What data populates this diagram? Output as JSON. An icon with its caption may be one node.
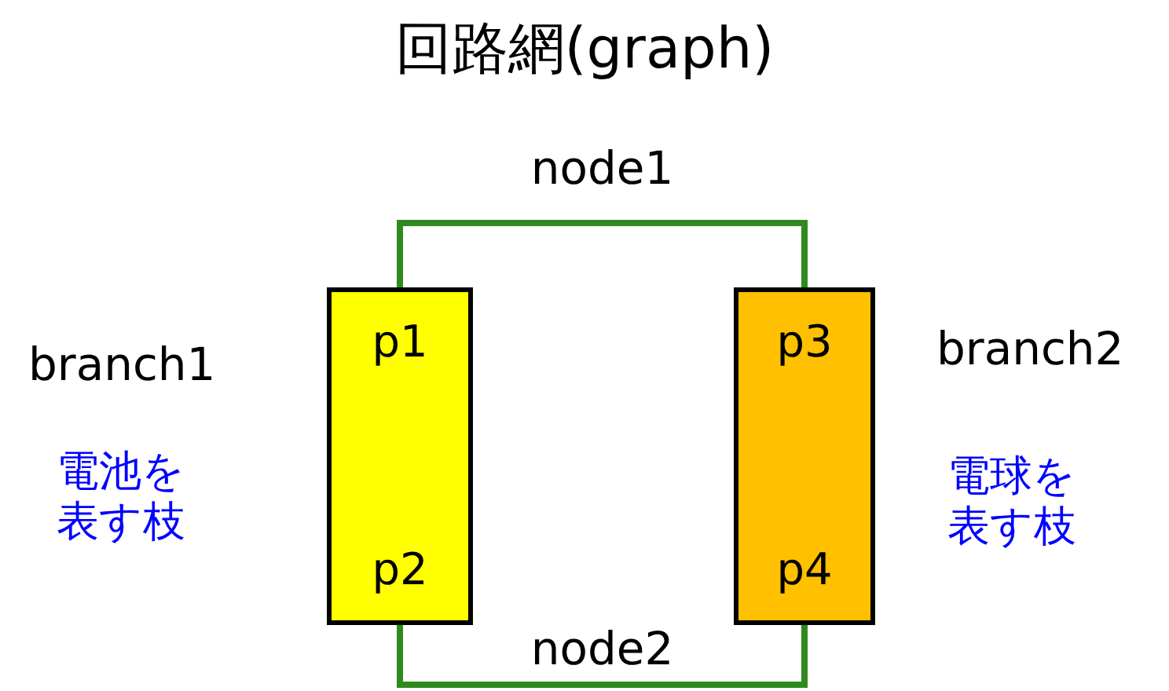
{
  "diagram": {
    "title": "回路網(graph)",
    "nodes": [
      {
        "text": [
          "p1",
          "p2"
        ],
        "beside": [
          "branch1",
          "電池を表す枝"
        ]
      },
      {
        "text": [
          "p3",
          "p4"
        ],
        "beside": [
          "branch2",
          "電球を表す枝"
        ]
      }
    ],
    "edges": [
      {
        "from": 0,
        "to": 1,
        "arrow": "none",
        "label": "node1"
      },
      {
        "from": 0,
        "to": 1,
        "arrow": "none",
        "label": "node2"
      }
    ]
  }
}
